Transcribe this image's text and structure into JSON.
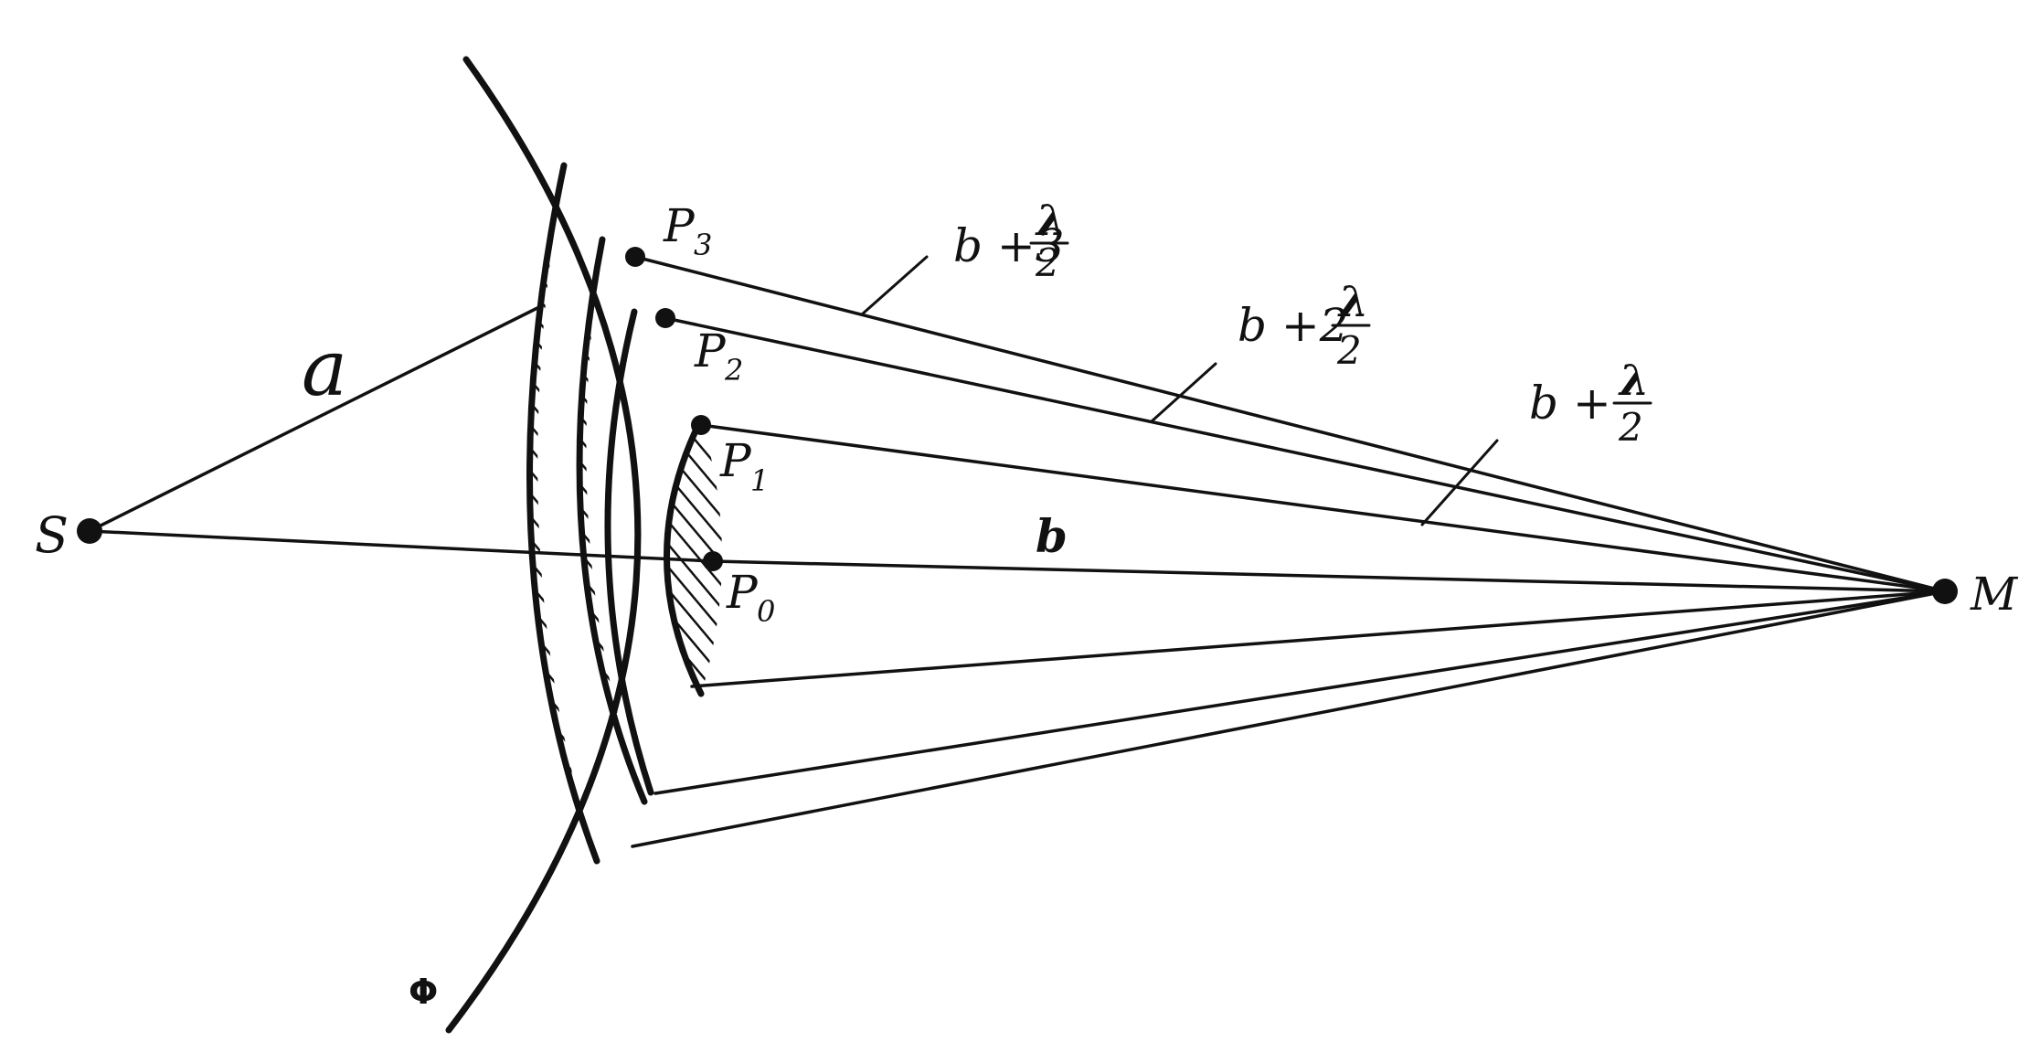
{
  "diagram": {
    "labels": {
      "source": "S",
      "observer": "M",
      "front": "Φ",
      "dist_a": "a",
      "dist_b": "b",
      "p0": "P",
      "p0_sub": "0",
      "p1": "P",
      "p1_sub": "1",
      "p2": "P",
      "p2_sub": "2",
      "p3": "P",
      "p3_sub": "3",
      "path1_prefix": "b +",
      "path2_prefix": "b +2",
      "path3_prefix": "b +3",
      "lambda": "λ",
      "two": "2"
    },
    "colors": {
      "ink": "#111111",
      "background": "#ffffff"
    }
  }
}
